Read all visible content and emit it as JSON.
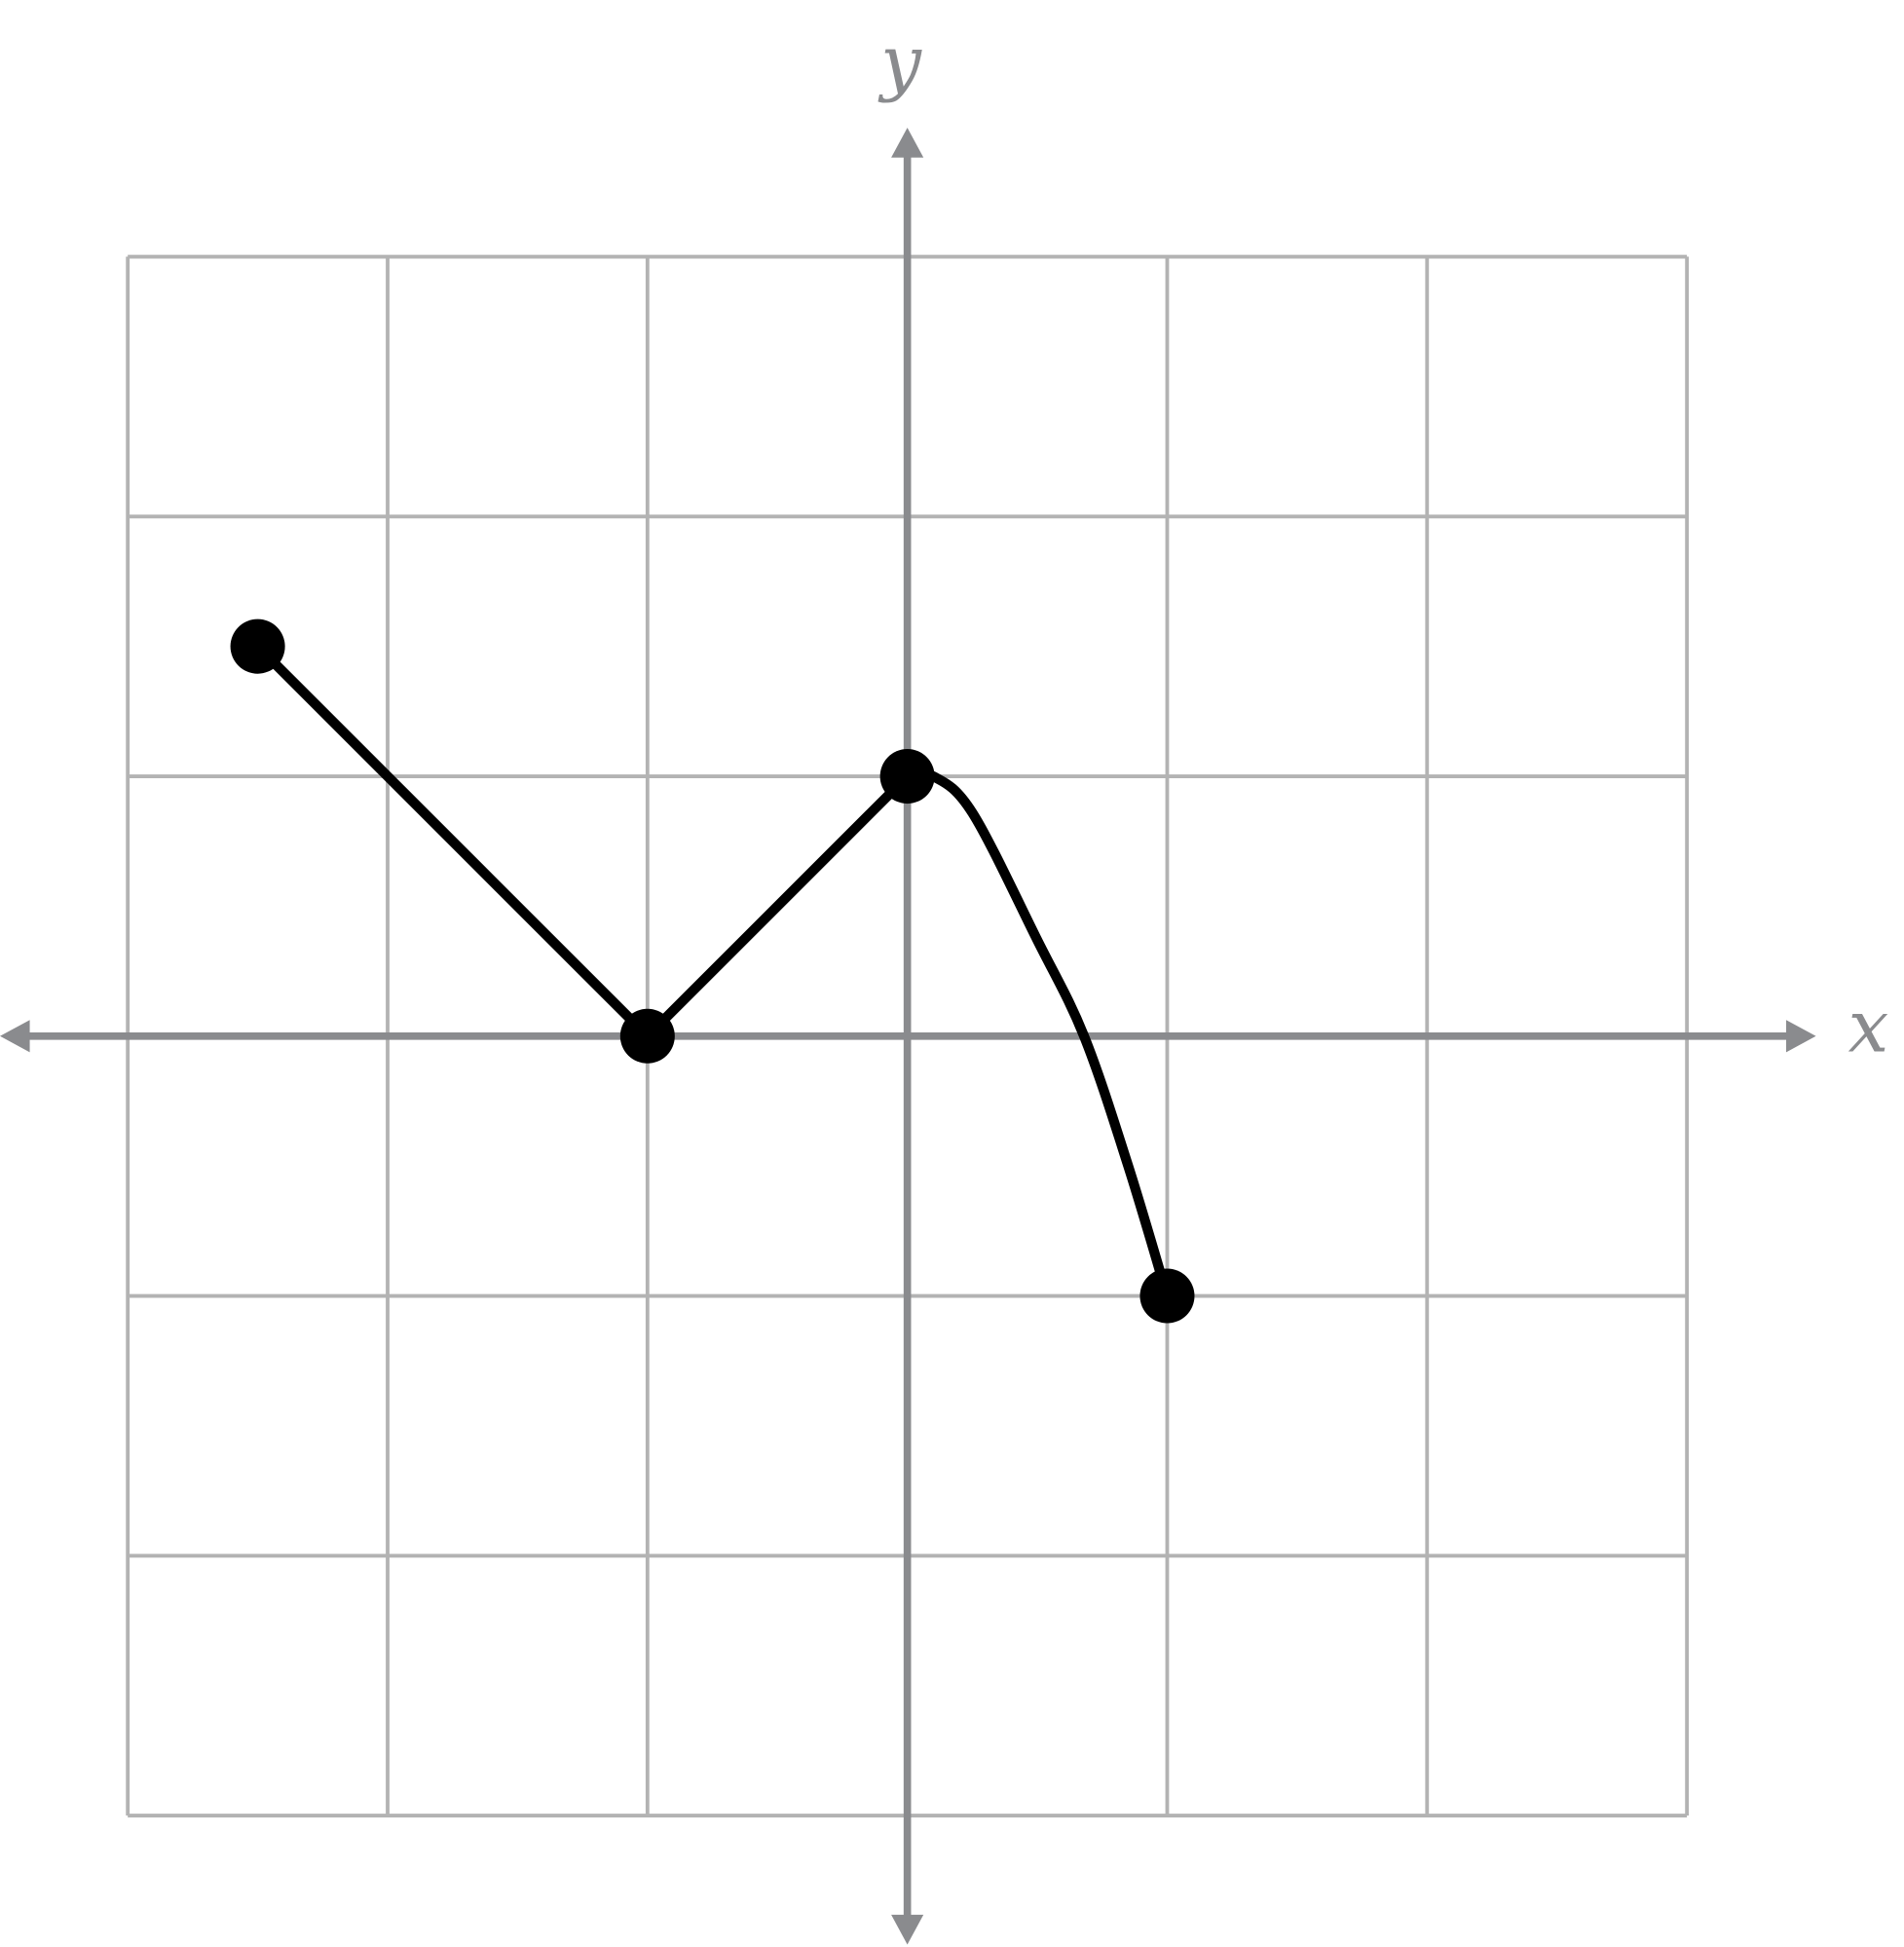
{
  "chart_data": {
    "type": "line",
    "title": "",
    "xlabel": "x",
    "ylabel": "y",
    "xlim": [
      -3,
      3
    ],
    "ylim": [
      -3,
      3
    ],
    "grid": true,
    "grid_step": 1,
    "points": [
      {
        "x": -2.5,
        "y": 1.5
      },
      {
        "x": -1,
        "y": 0
      },
      {
        "x": 0,
        "y": 1
      },
      {
        "x": 1,
        "y": -1
      }
    ],
    "segments": [
      {
        "type": "line",
        "from": [
          -2.5,
          1.5
        ],
        "to": [
          -1,
          0
        ]
      },
      {
        "type": "line",
        "from": [
          -1,
          0
        ],
        "to": [
          0,
          1
        ]
      },
      {
        "type": "curve",
        "samples": [
          [
            0,
            1
          ],
          [
            0.1,
            1.0
          ],
          [
            0.25,
            0.86
          ],
          [
            0.5,
            0.37
          ],
          [
            0.68,
            0
          ],
          [
            0.85,
            -0.5
          ],
          [
            1,
            -1
          ]
        ]
      }
    ],
    "colors": {
      "grid": "#b3b3b3",
      "axis": "#8a8b8e",
      "graph": "#000000"
    }
  }
}
